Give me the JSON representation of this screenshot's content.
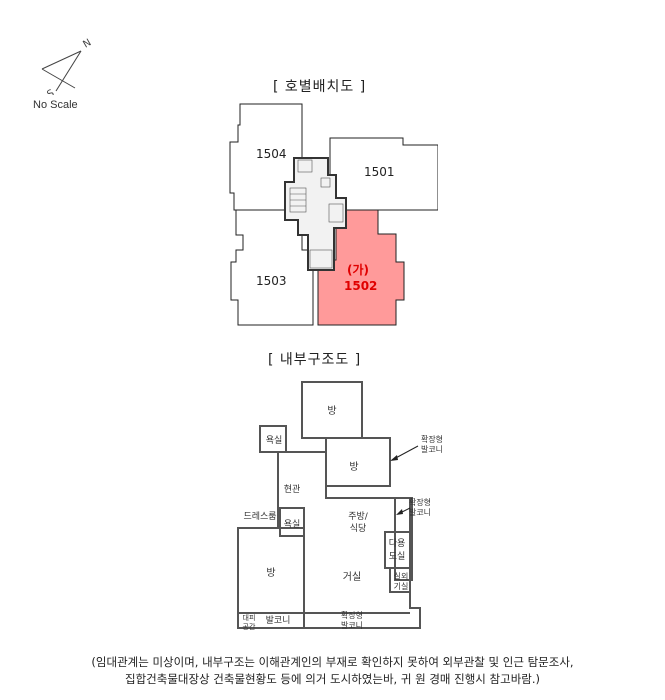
{
  "compass": {
    "north_label": "N",
    "south_label": "S",
    "scale_note": "No Scale"
  },
  "site_plan": {
    "title": "[ 호별배치도 ]",
    "units": [
      {
        "id": "1504",
        "label": "1504",
        "highlighted": false
      },
      {
        "id": "1501",
        "label": "1501",
        "highlighted": false
      },
      {
        "id": "1503",
        "label": "1503",
        "highlighted": false
      },
      {
        "id": "1502",
        "label": "1502",
        "marker": "(가)",
        "highlighted": true
      }
    ],
    "highlight_fill": "#ff9a9a",
    "highlight_text": "#e00000"
  },
  "floor_plan": {
    "title": "[ 내부구조도 ]",
    "rooms": {
      "room_top": "방",
      "bath_top": "욕실",
      "room_mid": "방",
      "balcony_ext_1_a": "확장형",
      "balcony_ext_1_b": "발코니",
      "entrance": "현관",
      "dressroom": "드레스룸",
      "bath_mid": "욕실",
      "kitchen_a": "주방/",
      "kitchen_b": "식당",
      "balcony_ext_2_a": "확장형",
      "balcony_ext_2_b": "발코니",
      "utility_a": "다용",
      "utility_b": "도실",
      "outdoor_unit_a": "실외",
      "outdoor_unit_b": "기실",
      "room_main": "방",
      "living": "거실",
      "evac_a": "대피",
      "evac_b": "공간",
      "balcony": "발코니",
      "balcony_ext_3_a": "확장형",
      "balcony_ext_3_b": "발코니"
    }
  },
  "note": {
    "line1": "(임대관계는 미상이며,  내부구조는 이해관계인의 부재로 확인하지 못하여 외부관찰 및 인근 탐문조사,",
    "line2": "집합건축물대장상 건축물현황도 등에 의거 도시하였는바, 귀 원 경매 진행시 참고바람.)"
  }
}
